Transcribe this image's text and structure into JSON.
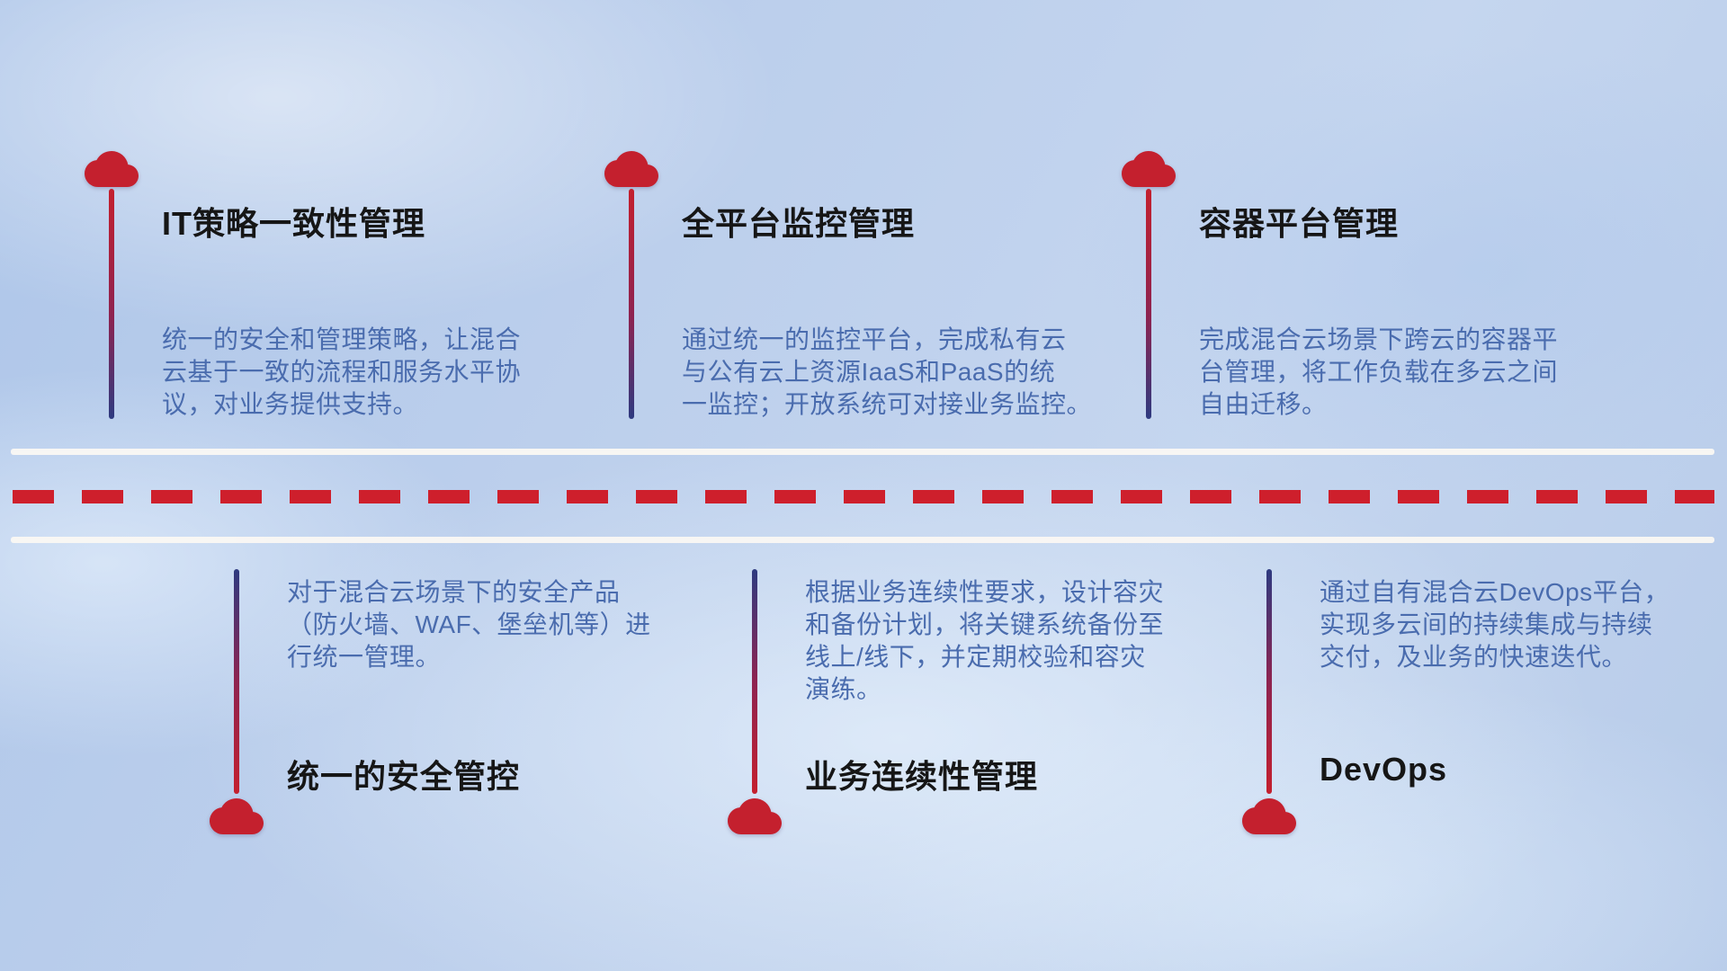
{
  "colors": {
    "accent_red": "#c4202e",
    "line_navy": "#2e3a80",
    "description_blue": "#4a6cae",
    "title_black": "#161616",
    "road_white": "#faf8f3"
  },
  "top_items": [
    {
      "title": "IT策略一致性管理",
      "description": "统一的安全和管理策略，让混合\n云基于一致的流程和服务水平协\n议，对业务提供支持。"
    },
    {
      "title": "全平台监控管理",
      "description": "通过统一的监控平台，完成私有云\n与公有云上资源IaaS和PaaS的统\n一监控；开放系统可对接业务监控。"
    },
    {
      "title": "容器平台管理",
      "description": "完成混合云场景下跨云的容器平\n台管理，将工作负载在多云之间\n自由迁移。"
    }
  ],
  "bottom_items": [
    {
      "title": "统一的安全管控",
      "description": "对于混合云场景下的安全产品\n（防火墙、WAF、堡垒机等）进\n行统一管理。"
    },
    {
      "title": "业务连续性管理",
      "description": "根据业务连续性要求，设计容灾\n和备份计划，将关键系统备份至\n线上/线下，并定期校验和容灾\n演练。"
    },
    {
      "title": "DevOps",
      "description": "通过自有混合云DevOps平台，\n实现多云间的持续集成与持续\n交付，及业务的快速迭代。"
    }
  ]
}
